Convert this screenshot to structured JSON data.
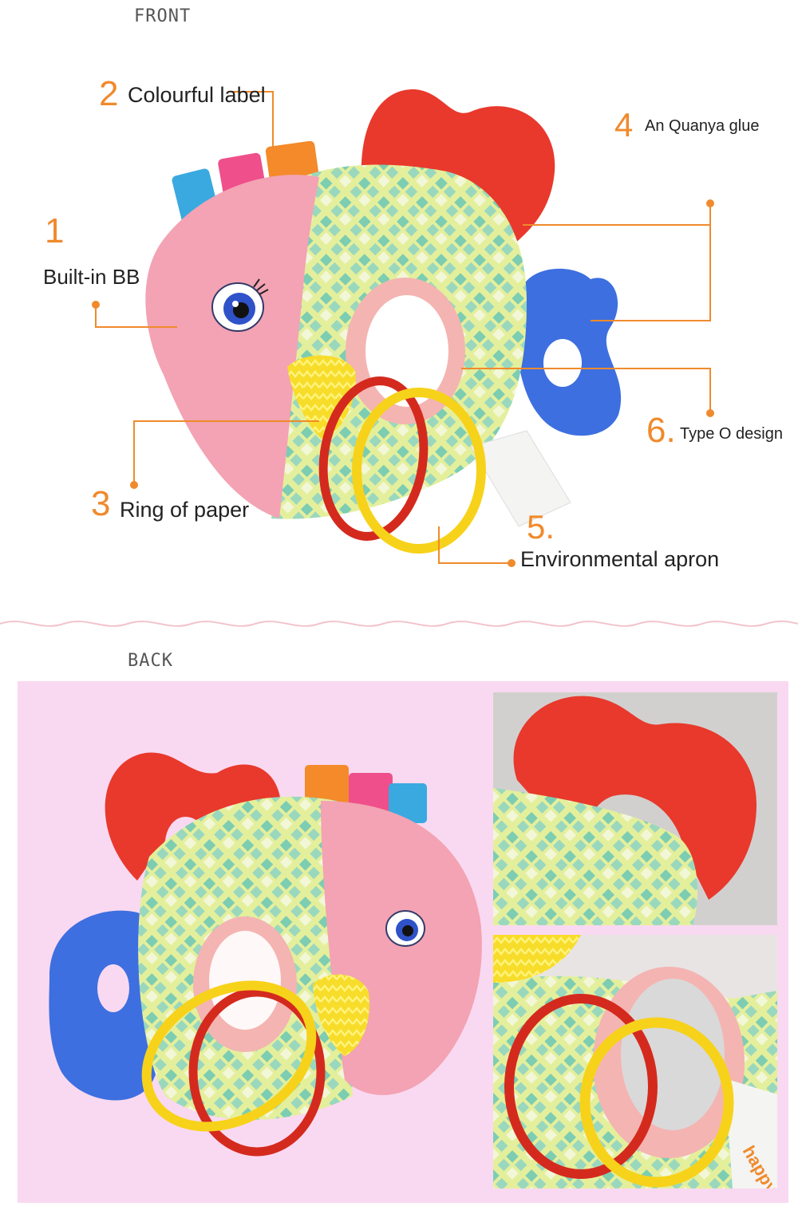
{
  "front": {
    "title": "FRONT",
    "callouts": [
      {
        "number": "1",
        "label": "Built-in BB"
      },
      {
        "number": "2",
        "label": "Colourful label"
      },
      {
        "number": "3",
        "label": "Ring of paper"
      },
      {
        "number": "4",
        "label": "An Quanya glue"
      },
      {
        "number": "5.",
        "label": "Environmental apron"
      },
      {
        "number": "6.",
        "label": "Type O design"
      }
    ]
  },
  "back": {
    "title": "BACK",
    "tag_text": "happy"
  },
  "colors": {
    "accent": "#f08a2c",
    "fish_pink": "#f3a3b3",
    "fish_body": "#e3ef9a",
    "fish_pattern": "#7ccdb2",
    "fin_red": "#e8392c",
    "fin_blue": "#3d6fe0",
    "ring_red": "#d42a1e",
    "ring_yellow": "#f7d21a",
    "back_bg": "#f9d9f1",
    "photo_bg": "#d2d0cf"
  }
}
